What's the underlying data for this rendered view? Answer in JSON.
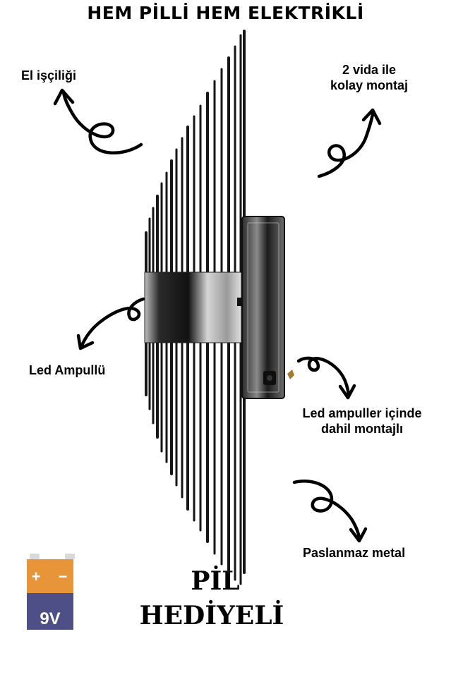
{
  "headline": "HEM PİLLİ HEM ELEKTRİKLİ",
  "annotations": {
    "handcraft": "El işçiliği",
    "mount_line1": "2 vida ile",
    "mount_line2": "kolay montaj",
    "led_bulb": "Led Ampullü",
    "led_inside_line1": "Led ampuller içinde",
    "led_inside_line2": "dahil montajlı",
    "stainless": "Paslanmaz metal"
  },
  "promo": {
    "line1": "PİL",
    "line2": "HEDİYELİ"
  },
  "battery": {
    "plus": "+",
    "minus": "−",
    "voltage": "9V",
    "colors": {
      "top": "#e8953a",
      "body": "#4d4f86",
      "terminal": "#d9d9d9"
    }
  },
  "colors": {
    "metal_dark": "#1a1a1a",
    "metal_light": "#cfcfcf",
    "arrow": "#000000"
  }
}
